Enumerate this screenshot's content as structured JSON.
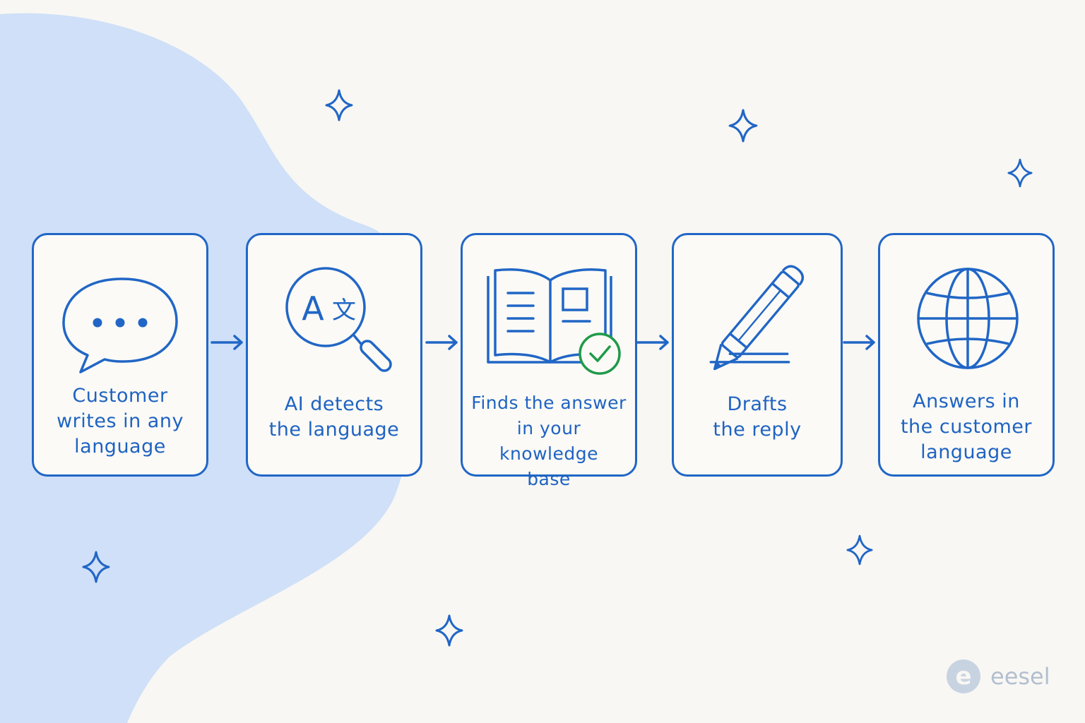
{
  "colors": {
    "background": "#f8f7f3",
    "blob": "#cfe0f8",
    "stroke": "#2166c6",
    "text": "#1f63c2",
    "check": "#1f9a4a",
    "brand": "#b3bfd0"
  },
  "steps": [
    {
      "icon": "chat-bubble-icon",
      "lines": [
        "Customer",
        "writes in any",
        "language"
      ]
    },
    {
      "icon": "translate-magnifier-icon",
      "lines": [
        "AI detects",
        "the language"
      ]
    },
    {
      "icon": "book-check-icon",
      "lines": [
        "Finds the answer",
        "in your knowledge",
        "base"
      ]
    },
    {
      "icon": "pencil-icon",
      "lines": [
        "Drafts",
        "the reply"
      ]
    },
    {
      "icon": "globe-icon",
      "lines": [
        "Answers in",
        "the customer",
        "language"
      ]
    }
  ],
  "translate_glyphs": {
    "latin": "A",
    "cjk": "文"
  },
  "brand": {
    "name": "eesel",
    "logo_letter": "e"
  }
}
